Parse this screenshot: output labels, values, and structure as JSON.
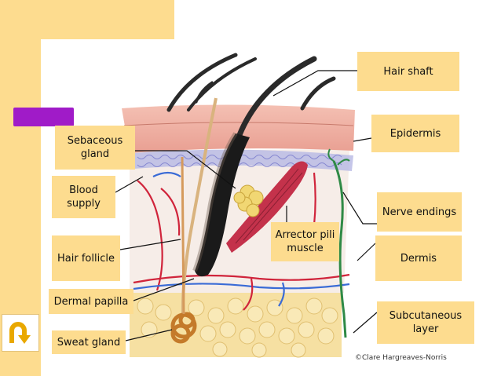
{
  "labels": {
    "hair_shaft": "Hair shaft",
    "epidermis": "Epidermis",
    "sebaceous_gland": "Sebaceous gland",
    "blood_supply": "Blood supply",
    "nerve_endings": "Nerve endings",
    "arrector_pili_muscle": "Arrector pili muscle",
    "hair_follicle": "Hair follicle",
    "dermis": "Dermis",
    "dermal_papilla": "Dermal papilla",
    "subcutaneous_layer": "Subcutaneous layer",
    "sweat_gland": "Sweat gland"
  },
  "credit": "©Clare Hargreaves-Norris",
  "nav": {
    "icon": "u-turn-arrow-icon"
  },
  "colors": {
    "label_bg": "#fddc8f",
    "accent_purple": "#a01bc8",
    "nav_arrow": "#e9a800"
  }
}
